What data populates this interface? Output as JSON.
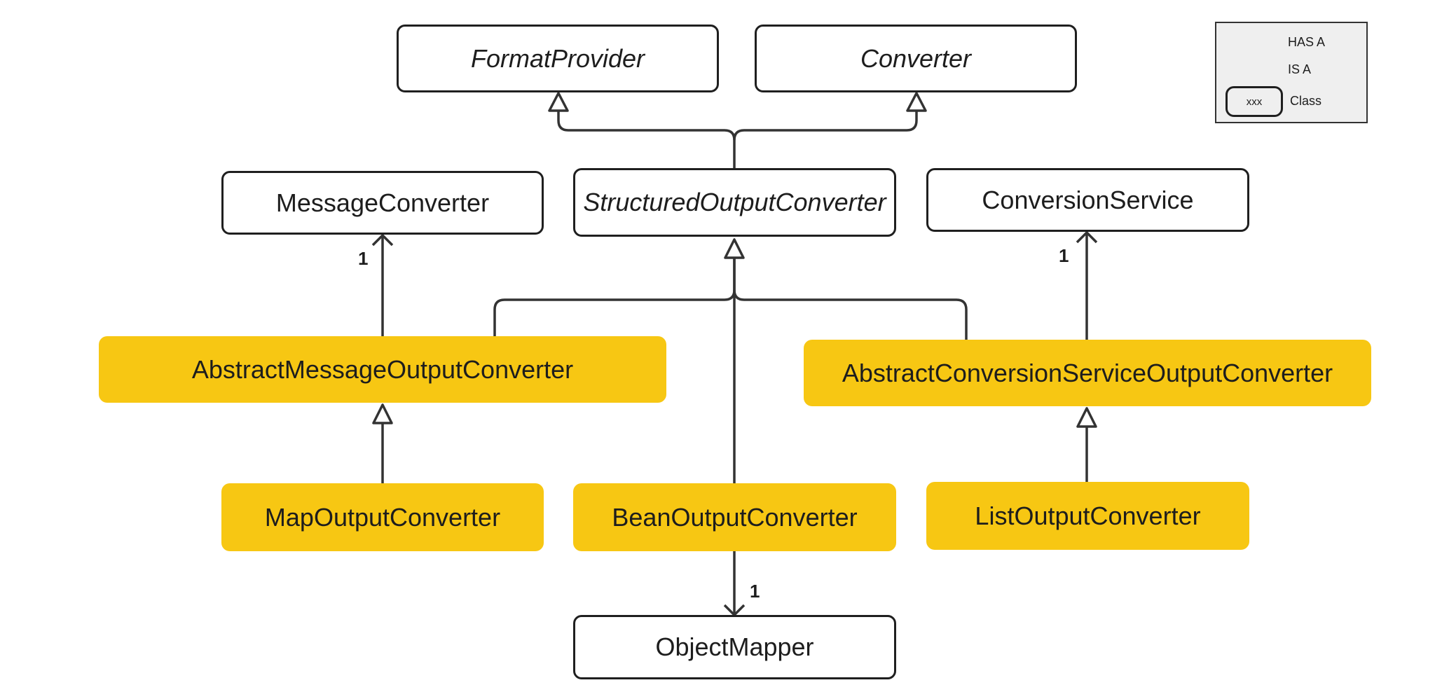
{
  "classes": {
    "format_provider": "FormatProvider",
    "converter": "Converter",
    "message_converter": "MessageConverter",
    "structured_output_converter": "StructuredOutputConverter",
    "conversion_service": "ConversionService",
    "abstract_message_output_converter": "AbstractMessageOutputConverter",
    "abstract_conversion_service_output_converter": "AbstractConversionServiceOutputConverter",
    "map_output_converter": "MapOutputConverter",
    "bean_output_converter": "BeanOutputConverter",
    "list_output_converter": "ListOutputConverter",
    "object_mapper": "ObjectMapper"
  },
  "multiplicity": {
    "message_converter": "1",
    "conversion_service": "1",
    "object_mapper": "1"
  },
  "legend": {
    "has_a": "HAS A",
    "is_a": "IS A",
    "class_sample": "xxx",
    "class_label": "Class"
  },
  "colors": {
    "implementation_fill": "#f7c713",
    "line": "#333333",
    "legend_background": "#efefef"
  }
}
